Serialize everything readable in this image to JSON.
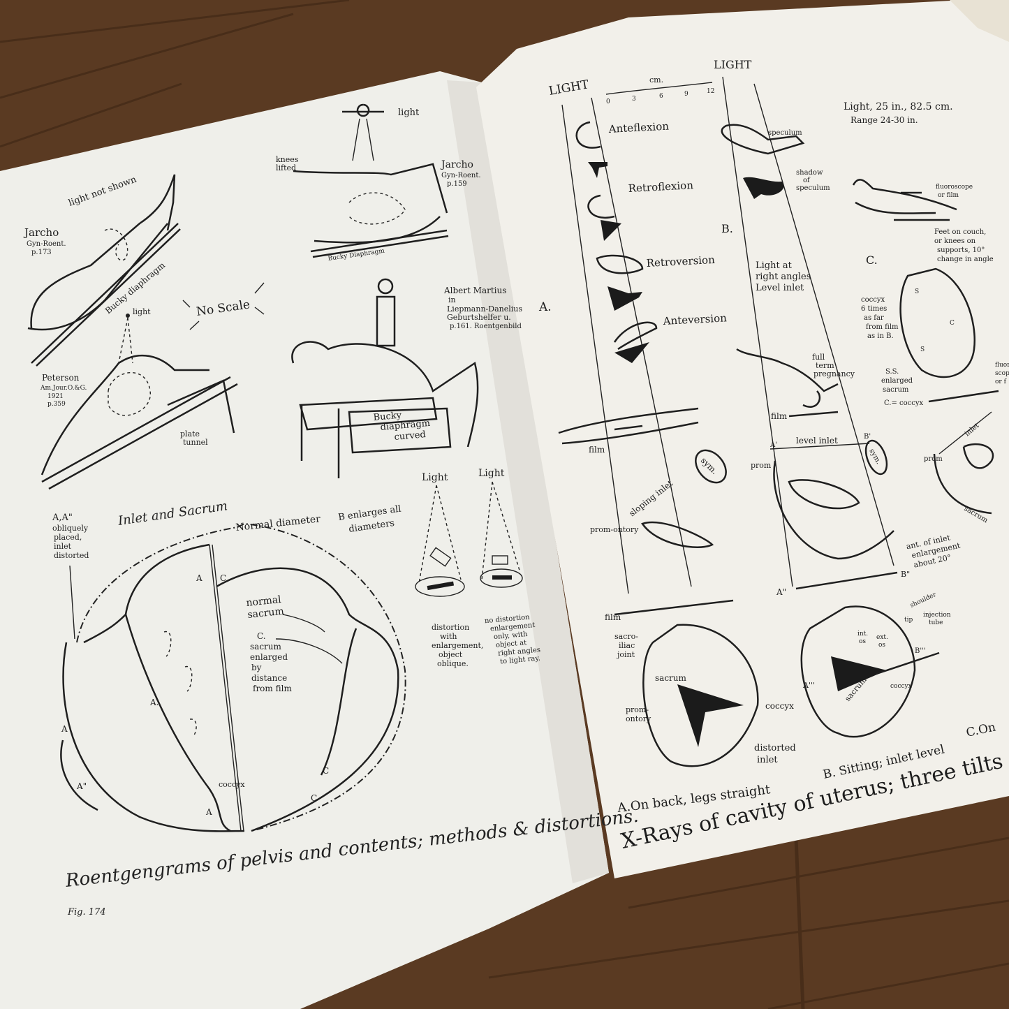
{
  "colors": {
    "wood": "#5a3a22",
    "wood_dark": "#3d2614",
    "page_left": "#efefea",
    "page_right": "#f1efe9",
    "ink": "#1f1f1f"
  },
  "left_page": {
    "caption": "Roentgengrams of pelvis and contents; methods & distortions.",
    "figure_number": "Fig. 174",
    "top_left": {
      "light_not_shown": "light not shown",
      "source": [
        "Jarcho",
        "Gyn-Roent.",
        "p.173"
      ],
      "bucky": "Bucky diaphragm"
    },
    "top_right": {
      "light": "light",
      "knees_lifted": [
        "knees",
        "lifted"
      ],
      "source": [
        "Jarcho",
        "Gyn-Roent.",
        "p.159"
      ],
      "bucky": "Bucky Diaphragm"
    },
    "no_scale": "No Scale",
    "peterson": {
      "light": "light",
      "source": [
        "Peterson",
        "Am.Jour.O.&G.",
        "1921",
        "p.359"
      ],
      "plate_tunnel": [
        "plate",
        "tunnel"
      ]
    },
    "martius": {
      "source": [
        "Albert Martius",
        "in",
        "Liepmann-Danelius",
        "Geburtshelfer u.",
        "p.161.   Roentgenbild"
      ],
      "bucky_curved": [
        "Bucky",
        "diaphragm",
        "curved"
      ]
    },
    "inlet": {
      "title": "Inlet and Sacrum",
      "normal_diameter": "Normal diameter",
      "b_enlarges": [
        "B enlarges all",
        "diameters"
      ],
      "aa_note": [
        "A,A\"",
        "obliquely",
        "placed,",
        "inlet",
        "distorted"
      ],
      "normal_sacrum": [
        "normal",
        "sacrum"
      ],
      "c_note": [
        "C.",
        "sacrum",
        "enlarged",
        "by",
        "distance",
        "from film"
      ],
      "coccyx": "coccyx",
      "letters": [
        "A",
        "C",
        "A.",
        "A",
        "A\"",
        "A",
        "C",
        "C"
      ]
    },
    "light_diagrams": {
      "labels": [
        "Light",
        "Light"
      ],
      "left_note": [
        "distortion",
        "with",
        "enlargement,",
        "object",
        "oblique."
      ],
      "right_note": [
        "no distortion",
        "enlargement",
        "only, with",
        "object at",
        "right angles",
        "to light ray."
      ]
    }
  },
  "right_page": {
    "caption": "X-Rays of cavity of uterus; three tilts of",
    "column_a": {
      "light": "LIGHT",
      "scale_unit": "cm.",
      "scale_ticks": [
        "0",
        "3",
        "6",
        "9",
        "12"
      ],
      "positions": [
        "Anteflexion",
        "Retroflexion",
        "Retroversion",
        "Anteversion"
      ],
      "letter": "A.",
      "film": "film",
      "sloping_inlet": "sloping inlet",
      "sym": "sym.",
      "promontory": "prom-ontory",
      "film2": "film",
      "sacroiliac": [
        "sacro-",
        "iliac",
        "joint"
      ],
      "sacrum": "sacrum",
      "promontory2": [
        "prom-",
        "ontory"
      ],
      "coccyx": "coccyx",
      "distorted_inlet": [
        "distorted",
        "inlet"
      ],
      "caption": "A.On back, legs straight"
    },
    "column_b": {
      "light": "LIGHT",
      "speculum": "speculum",
      "shadow": [
        "shadow",
        "of",
        "speculum"
      ],
      "letter": "B.",
      "light_note": [
        "Light at",
        "right angles",
        "Level inlet"
      ],
      "pregnancy": [
        "full",
        "term",
        "pregnancy"
      ],
      "film": "film",
      "level_inlet": "level inlet",
      "a1": "A'",
      "b1": "B'",
      "sym": "sym.",
      "prom": "prom",
      "enlargement": [
        "ant. of inlet",
        "enlargement",
        "about 20°"
      ],
      "b2": "B\"",
      "a2": "A\"",
      "shoulder": "shoulder",
      "tip": "tip",
      "injection_tube": [
        "injection",
        "tube"
      ],
      "int_os": [
        "int.",
        "os"
      ],
      "ext_os": [
        "ext.",
        "os"
      ],
      "b3": "B'''",
      "a3": "A'''",
      "sacrum": "sacrum",
      "coccyx": "coccyx",
      "caption": "B. Sitting; inlet level"
    },
    "column_c": {
      "light_note": [
        "Light, 25 in., 82.5 cm.",
        "Range 24-30 in."
      ],
      "fluoroscope": [
        "fluoroscope",
        "or film"
      ],
      "feet_note": [
        "Feet on couch,",
        "or knees on",
        "supports, 10°",
        "change in angle"
      ],
      "letter": "C.",
      "coccyx_note": [
        "coccyx",
        "6 times",
        "as far",
        "from film",
        "as in B."
      ],
      "ss_note": [
        "S.S.",
        "enlarged",
        "sacrum",
        "C.= coccyx"
      ],
      "s": "S",
      "c": "C",
      "inlet": "inlet",
      "prom": "prom",
      "sacrum": "sacrum",
      "fluoroscope2": [
        "fluoro-",
        "scope",
        "or f"
      ],
      "caption": "C.On"
    }
  }
}
